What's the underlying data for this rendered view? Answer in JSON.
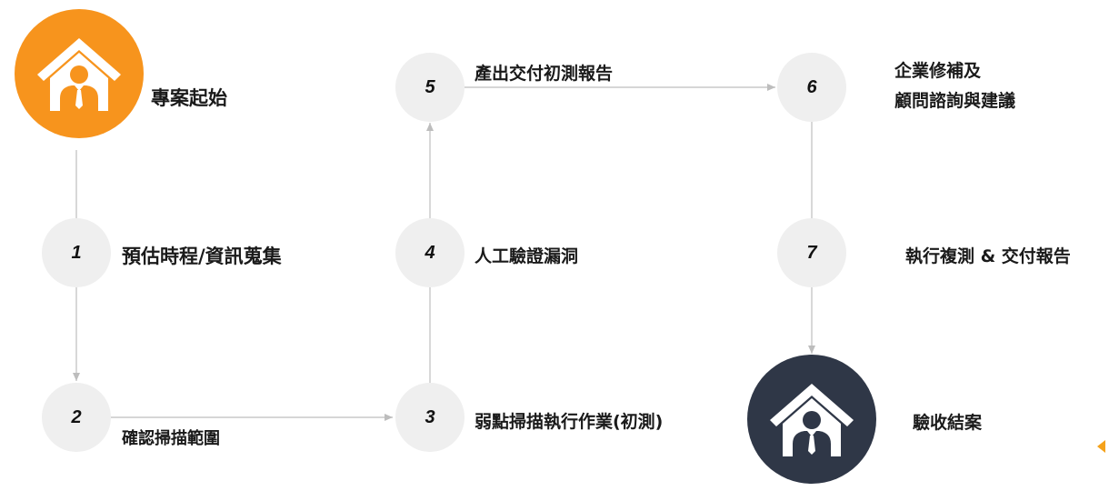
{
  "start": {
    "label": "專案起始",
    "color": "#f7941d",
    "icon": "house-person-icon"
  },
  "end": {
    "label": "驗收結案",
    "color": "#2f3747",
    "icon": "house-person-icon"
  },
  "steps": [
    {
      "number": "1",
      "label": "預估時程/資訊蒐集"
    },
    {
      "number": "2",
      "label": "確認掃描範圍"
    },
    {
      "number": "3",
      "label": "弱點掃描執行作業(初測)"
    },
    {
      "number": "4",
      "label": "人工驗證漏洞"
    },
    {
      "number": "5",
      "label": "產出交付初測報告"
    },
    {
      "number": "6",
      "label_line1": "企業修補及",
      "label_line2": "顧問諮詢與建議"
    },
    {
      "number": "7",
      "label": "執行複測 & 交付報告"
    }
  ],
  "step_circle_color": "#efefef",
  "connector_color": "#c8c8c8"
}
